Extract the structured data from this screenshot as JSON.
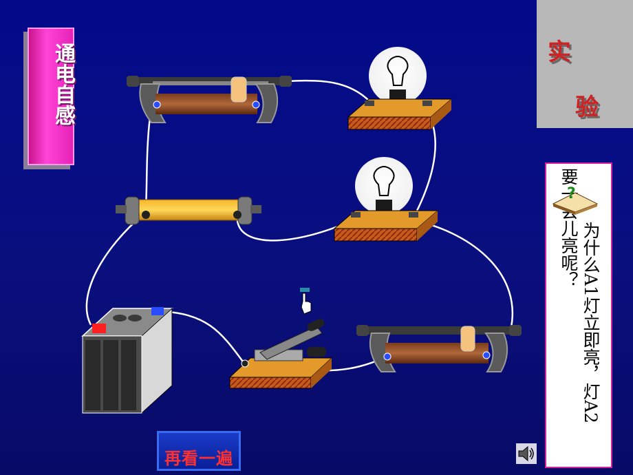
{
  "slide": {
    "title": "通电自感",
    "experiment_logo": {
      "char1": "实",
      "char2": "验"
    },
    "question": {
      "line1": "为什么A1灯立即亮，灯A2",
      "line2": "要一会儿亮呢？"
    },
    "replay_button": "再看一遍",
    "icons": [
      "question-book-icon",
      "speaker-icon",
      "hand-pointer-icon"
    ]
  },
  "colors": {
    "background": "#0a0f7e",
    "title_card": "#e522b6",
    "replay_text": "#ff3030",
    "wire": "#ffffff",
    "board": "#e49a2a"
  }
}
